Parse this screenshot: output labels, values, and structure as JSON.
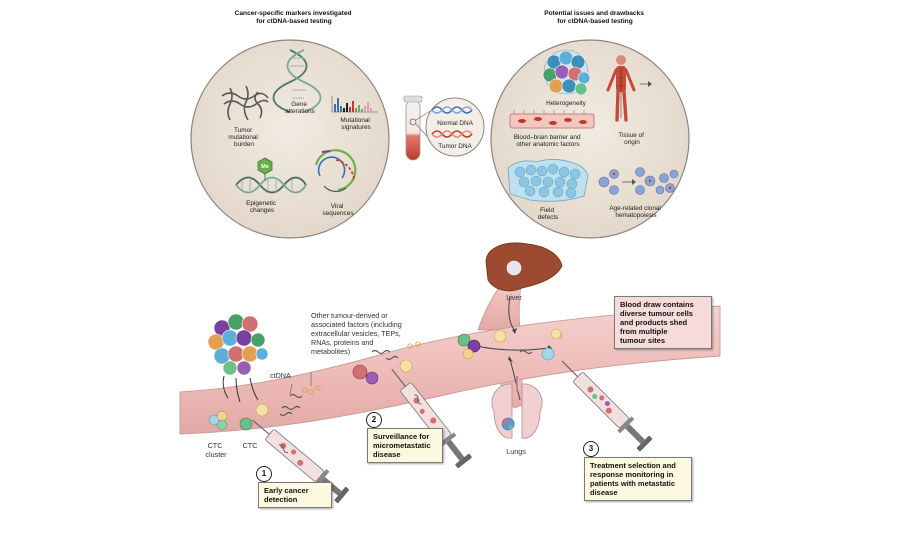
{
  "top_left": {
    "title": "Cancer-specific markers investigated\nfor ctDNA-based testing",
    "labels": {
      "tmb": "Tumor\nmutational\nburden",
      "gene": "Gene\nalterations",
      "mutsig": "Mutational\nsignatures",
      "epi": "Epigenetic\nchanges",
      "me": "Me",
      "viral": "Viral\nsequences"
    }
  },
  "tube": {
    "normal": "Normal DNA",
    "tumor": "Tumor DNA"
  },
  "top_right": {
    "title": "Potential issues and drawbacks\nfor ctDNA-based testing",
    "labels": {
      "hetero": "Heterogeneity",
      "tissue": "Tissue of\norigin",
      "bbb": "Blood–brain barrier and\nother anatomic factors",
      "field": "Field\ndefects",
      "chip": "Age-related clonal\nhematopoiesis"
    }
  },
  "bottom": {
    "other_factors": "Other tumour-derived or\nassociated factors (including\nextracellular vesicles, TEPs,\nRNAs, proteins and\nmetabolites)",
    "ctdna": "ctDNA",
    "ctc": "CTC",
    "ctc_cluster": "CTC\ncluster",
    "liver": "Liver",
    "lungs": "Lungs",
    "blood_draw": "Blood draw contains\ndiverse tumour cells\nand products shed\nfrom multiple\ntumour sites",
    "steps": [
      {
        "num": "1",
        "text": "Early cancer\ndetection"
      },
      {
        "num": "2",
        "text": "Surveillance for\nmicrometastatic\ndisease"
      },
      {
        "num": "3",
        "text": "Treatment selection and\nresponse monitoring in\npatients with metastatic\ndisease"
      }
    ]
  },
  "colors": {
    "vessel": "#efc6c4",
    "vessel_edge": "#c99a97",
    "circle_fill": "#ece3d7",
    "circle_edge": "#8a8580",
    "box_fill": "#fdf8e0",
    "box_pink": "#f7dada",
    "liver": "#9c4a30"
  }
}
